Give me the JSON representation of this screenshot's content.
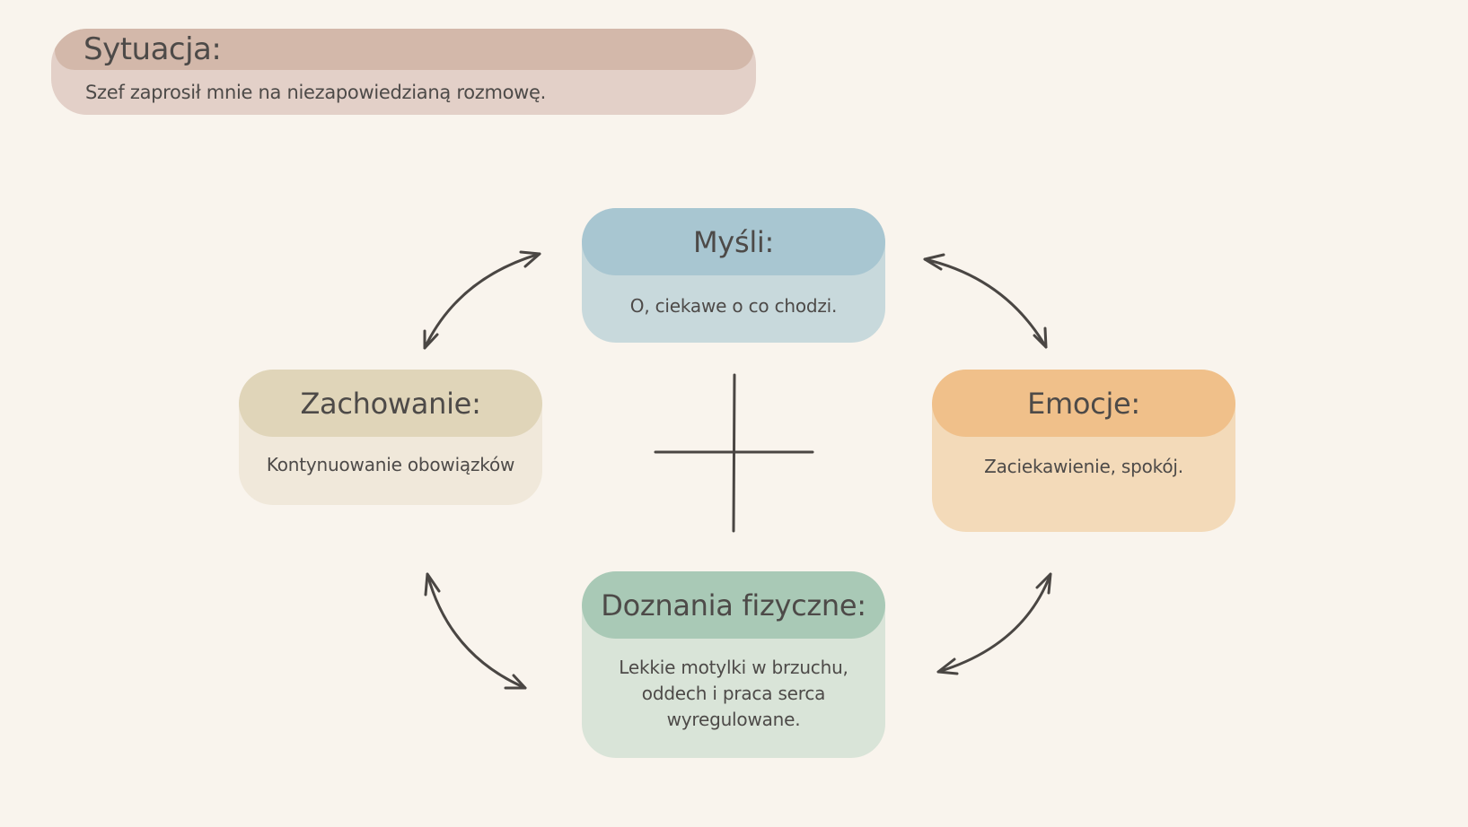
{
  "situation": {
    "title": "Sytuacja:",
    "text": "Szef zaprosił mnie na niezapowiedzianą rozmowę."
  },
  "cards": {
    "thoughts": {
      "title": "Myśli:",
      "text": "O, ciekawe o co chodzi."
    },
    "behavior": {
      "title": "Zachowanie:",
      "text": "Kontynuowanie obowiązków"
    },
    "emotions": {
      "title": "Emocje:",
      "text": "Zaciekawienie, spokój."
    },
    "physical": {
      "title": "Doznania fizyczne:",
      "lines": [
        "Lekkie motylki w brzuchu,",
        "oddech i praca serca",
        "wyregulowane."
      ]
    }
  },
  "colors": {
    "background": "#f9f4ed",
    "situation_header": "#d3b8aa",
    "situation_body": "#e3d0c8",
    "thoughts_header": "#a8c6d1",
    "thoughts_body": "#c8d9dc",
    "behavior_header": "#e0d5b9",
    "behavior_body": "#f0e8da",
    "emotions_header": "#f0c08a",
    "emotions_body": "#f3dab9",
    "physical_header": "#a9c9b6",
    "physical_body": "#d9e4d8",
    "arrows": "#4a4643"
  },
  "icons": {
    "center": "cross-lines-icon",
    "arrows": "double-headed-curved-arrow-icon"
  }
}
